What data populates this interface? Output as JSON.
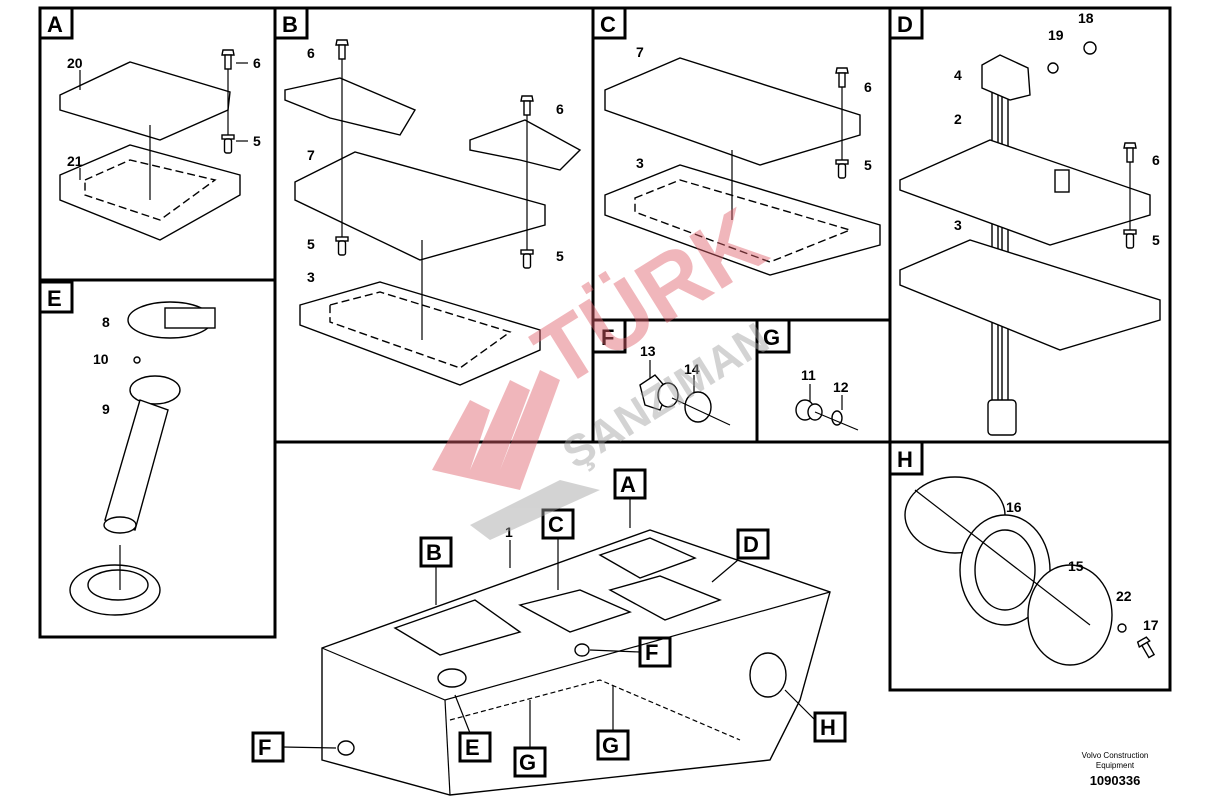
{
  "panels": {
    "A": {
      "letter": "A",
      "callouts": [
        "20",
        "21",
        "6",
        "5"
      ]
    },
    "B": {
      "letter": "B",
      "callouts": [
        "6",
        "6",
        "7",
        "5",
        "5",
        "3"
      ]
    },
    "C": {
      "letter": "C",
      "callouts": [
        "7",
        "6",
        "3",
        "5"
      ]
    },
    "D": {
      "letter": "D",
      "callouts": [
        "18",
        "19",
        "4",
        "2",
        "6",
        "3",
        "5"
      ]
    },
    "E": {
      "letter": "E",
      "callouts": [
        "8",
        "10",
        "9"
      ]
    },
    "F": {
      "letter": "F",
      "callouts": [
        "13",
        "14"
      ]
    },
    "G": {
      "letter": "G",
      "callouts": [
        "11",
        "12"
      ]
    },
    "H": {
      "letter": "H",
      "callouts": [
        "16",
        "15",
        "22",
        "17"
      ]
    }
  },
  "main": {
    "part_number": "1",
    "location_labels": [
      "A",
      "B",
      "C",
      "D",
      "E",
      "F",
      "F",
      "G",
      "G",
      "H"
    ]
  },
  "watermark": {
    "text": "TÜRK ŞANZIMAN",
    "colors": {
      "red": "#e0606a",
      "gray": "#a0a0a0"
    }
  },
  "footer": {
    "company": "Volvo Construction Equipment",
    "line1": "Volvo Construction",
    "line2": "Equipment",
    "drawing_id": "1090336"
  }
}
